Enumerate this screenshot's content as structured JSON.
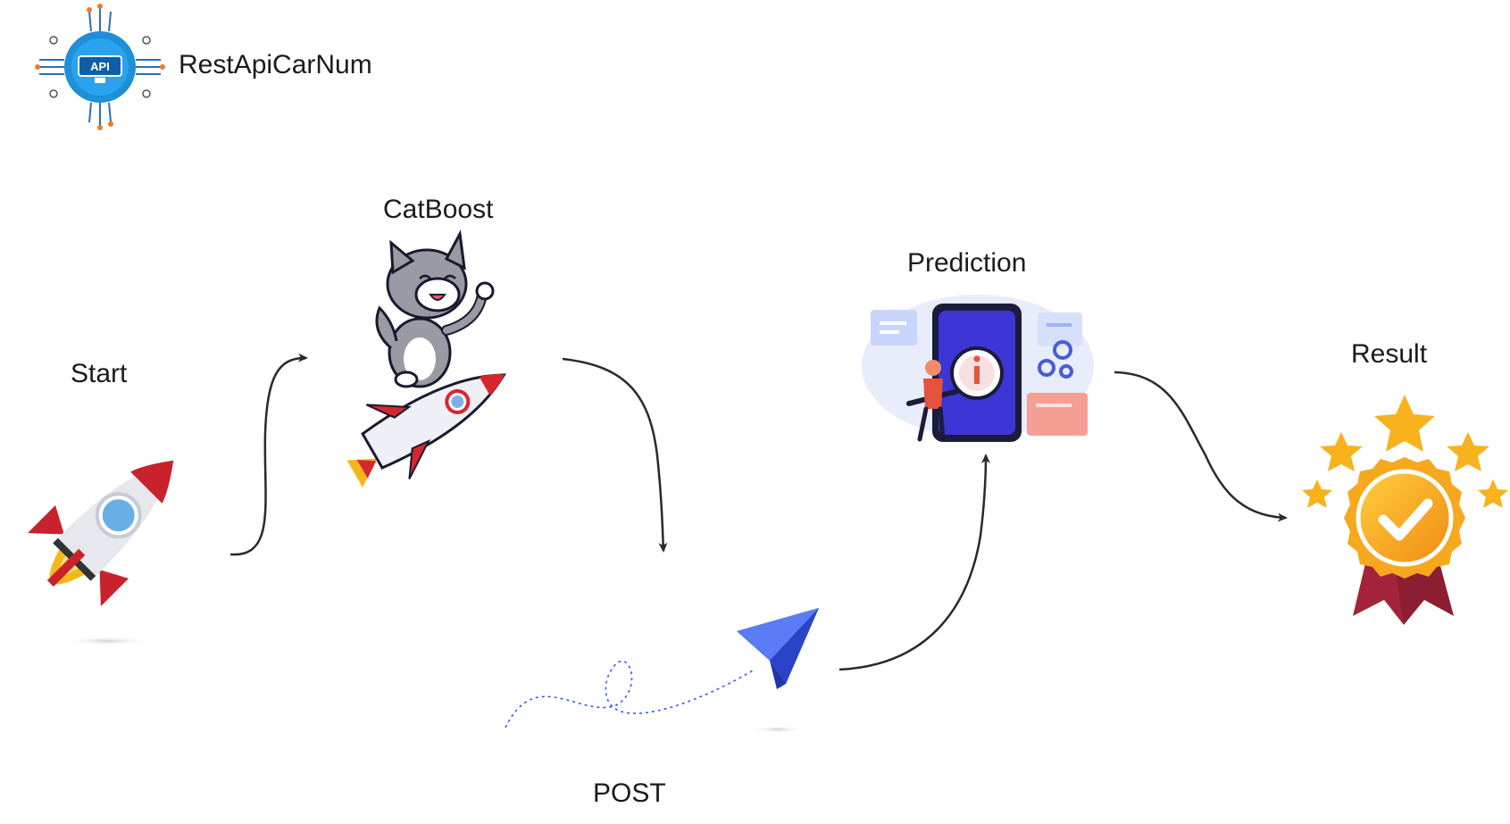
{
  "app": {
    "title": "RestApiCarNum",
    "logo_text": "API"
  },
  "steps": {
    "start": "Start",
    "catboost": "CatBoost",
    "prediction": "Prediction",
    "post": "POST",
    "result": "Result"
  },
  "icons": {
    "logo": "api-chip-icon",
    "start": "rocket-icon",
    "catboost": "cat-on-rocket-icon",
    "post": "paper-plane-icon",
    "prediction": "tablet-analytics-icon",
    "result": "award-medal-icon"
  },
  "colors": {
    "arrow": "#2a2a2a",
    "logo_blue": "#1f8fd8",
    "rocket_red": "#d32b2b",
    "plane_blue": "#3b5be8",
    "tablet_blue": "#3d35d6",
    "medal_gold": "#f5a623",
    "ribbon_red": "#a3243a"
  }
}
